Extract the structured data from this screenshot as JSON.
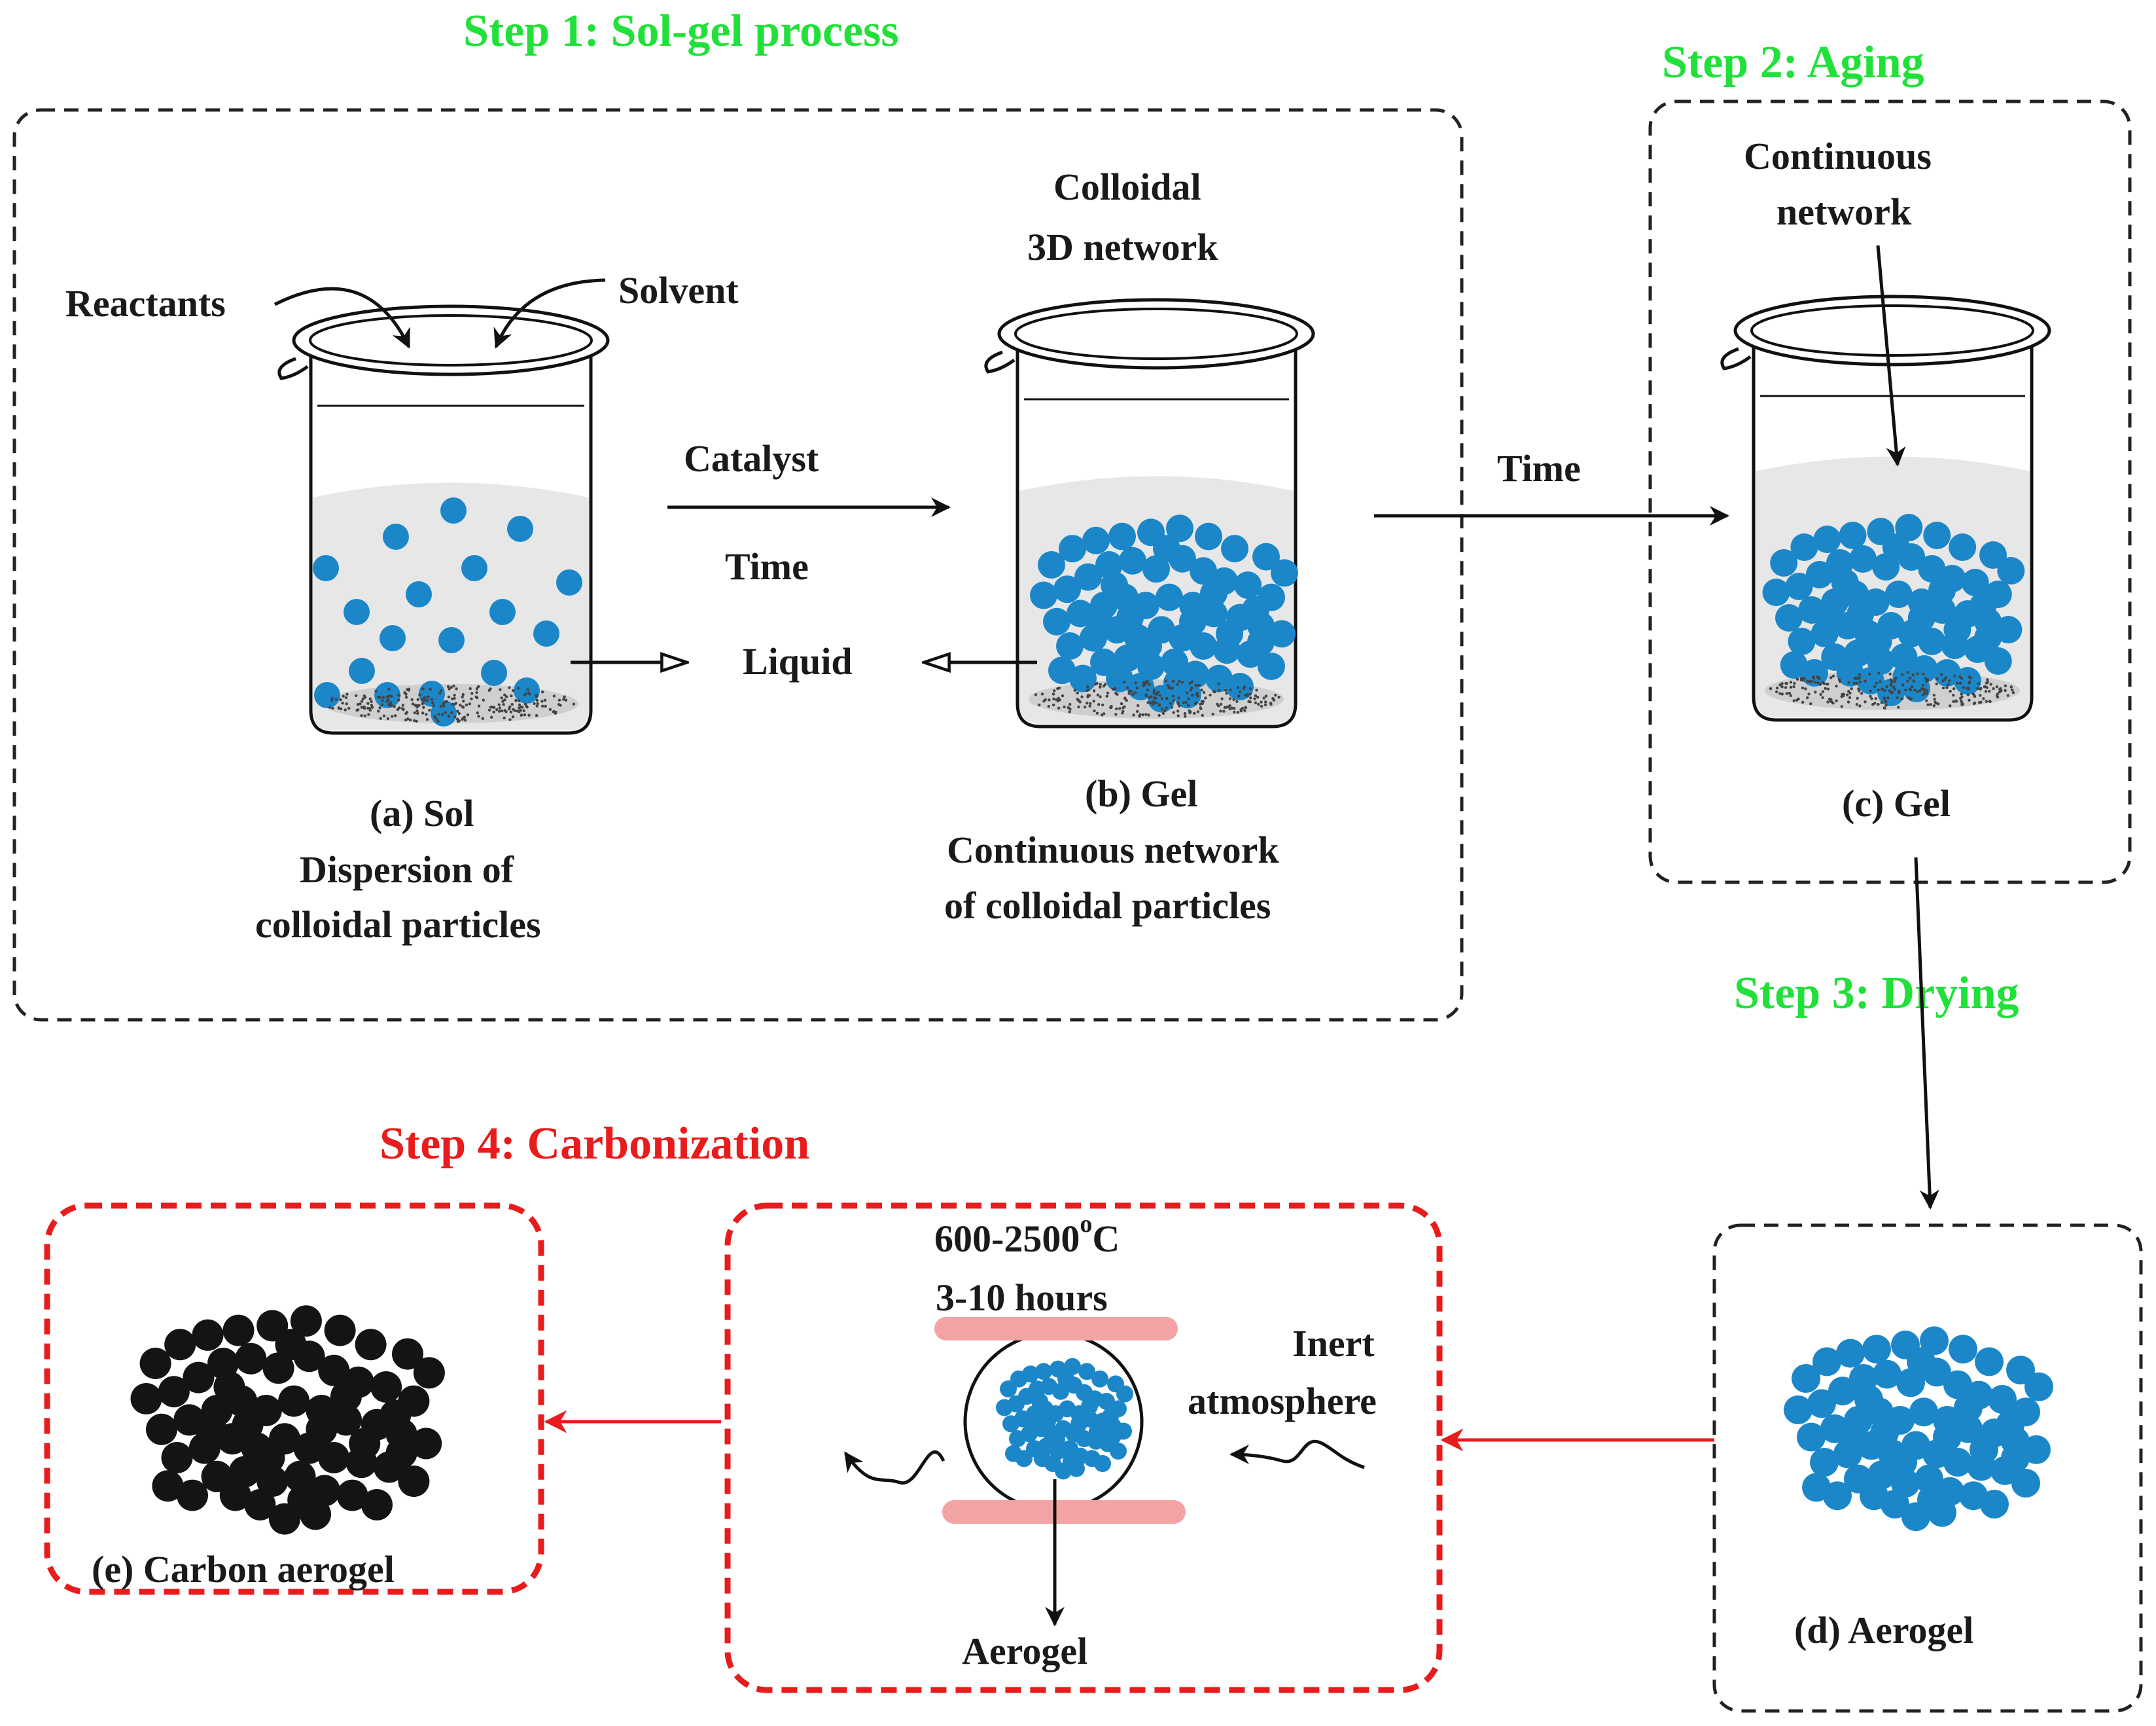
{
  "steps": {
    "step1": "Step 1: Sol-gel process",
    "step2": "Step 2: Aging",
    "step3": "Step 3: Drying",
    "step4": "Step 4: Carbonization"
  },
  "labels": {
    "reactants": "Reactants",
    "solvent": "Solvent",
    "catalyst": "Catalyst",
    "time1": "Time",
    "liquid": "Liquid",
    "colloidal": "Colloidal",
    "network3d": "3D network",
    "time2": "Time",
    "continuous": "Continuous",
    "network": "network",
    "temperature": "600-2500",
    "temp_sup": "o",
    "temp_unit": "C",
    "duration": "3-10 hours",
    "inert": "Inert",
    "atmosphere": "atmosphere",
    "aerogel_out": "Aerogel"
  },
  "captions": {
    "a": [
      "(a) Sol",
      "Dispersion of",
      "colloidal particles"
    ],
    "b": [
      "(b) Gel",
      "Continuous network",
      "of colloidal  particles"
    ],
    "c": "(c) Gel",
    "d": "(d) Aerogel",
    "e": "(e) Carbon aerogel"
  },
  "colors": {
    "step_green": "#22e03a",
    "step_red": "#e81c1c",
    "particle_blue": "#1b87c9",
    "carbon_black": "#141414",
    "heater_pink": "#f3a3a3"
  }
}
